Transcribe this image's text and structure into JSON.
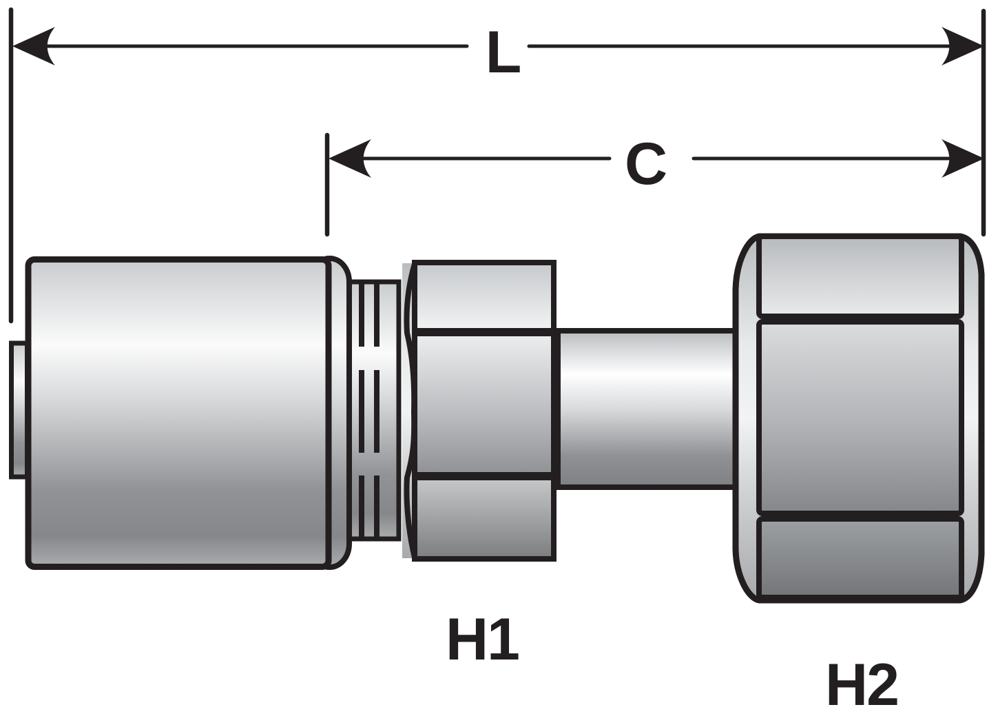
{
  "figure": {
    "background": "#ffffff",
    "line_color": "#231f20",
    "metal_highlight": "#fafafa",
    "metal_shadow": "#7e8083"
  },
  "dimensions": {
    "overall_length": {
      "label": "L"
    },
    "cutoff_length": {
      "label": "C"
    }
  },
  "hex_flats": {
    "h1": {
      "label": "H1"
    },
    "h2": {
      "label": "H2"
    }
  }
}
